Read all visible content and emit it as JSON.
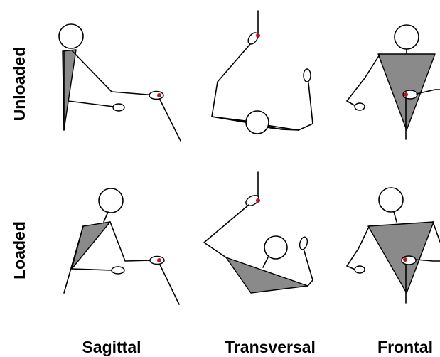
{
  "rows": [
    {
      "label": "Unloaded"
    },
    {
      "label": "Loaded"
    }
  ],
  "columns": [
    {
      "label": "Sagittal"
    },
    {
      "label": "Transversal"
    },
    {
      "label": "Frontal"
    }
  ],
  "colors": {
    "trunk_fill": "#8a8a8a",
    "stroke": "#000000",
    "marker": "#b0171f",
    "background": "#ffffff"
  }
}
